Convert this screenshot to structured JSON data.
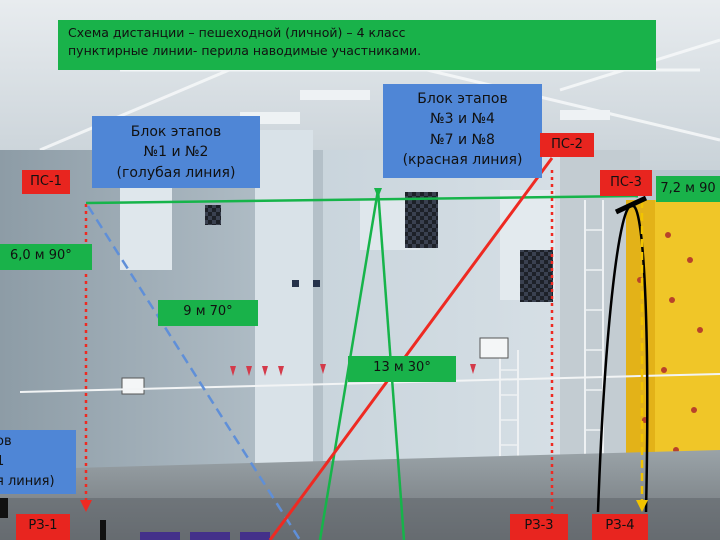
{
  "title": {
    "line1": "Схема дистанции – пешеходной (личной) – 4 класс",
    "line2": "пунктирные линии- перила наводимые участниками."
  },
  "blocks": {
    "b12": {
      "line1": "Блок этапов",
      "line2": "№1 и №2",
      "line3": "(голубая линия)"
    },
    "b34": {
      "line1": "Блок этапов",
      "line2": "№3 и №4",
      "line3": "№7 и №8",
      "line4": "(красная линия)"
    },
    "b5": {
      "line1": "ов",
      "line2": "1",
      "line3": "я линия)"
    }
  },
  "points": {
    "ps1": "ПС-1",
    "ps2": "ПС-2",
    "ps3": "ПС-3",
    "rz1": "РЗ-1",
    "rz3": "РЗ-3",
    "rz4": "РЗ-4"
  },
  "distances": {
    "d1": "6,0 м 90°",
    "d2": "9 м 70°",
    "d3": "13 м 30°",
    "d4": "7,2 м 90"
  },
  "colors": {
    "label_green": "#19b24a",
    "label_blue": "#4f86d6",
    "label_red": "#e8251f",
    "route_green": "#16b44a",
    "route_blue": "#5f8fd8",
    "route_red": "#ee2a22",
    "route_yellow": "#f2c400",
    "route_black": "#000000"
  }
}
